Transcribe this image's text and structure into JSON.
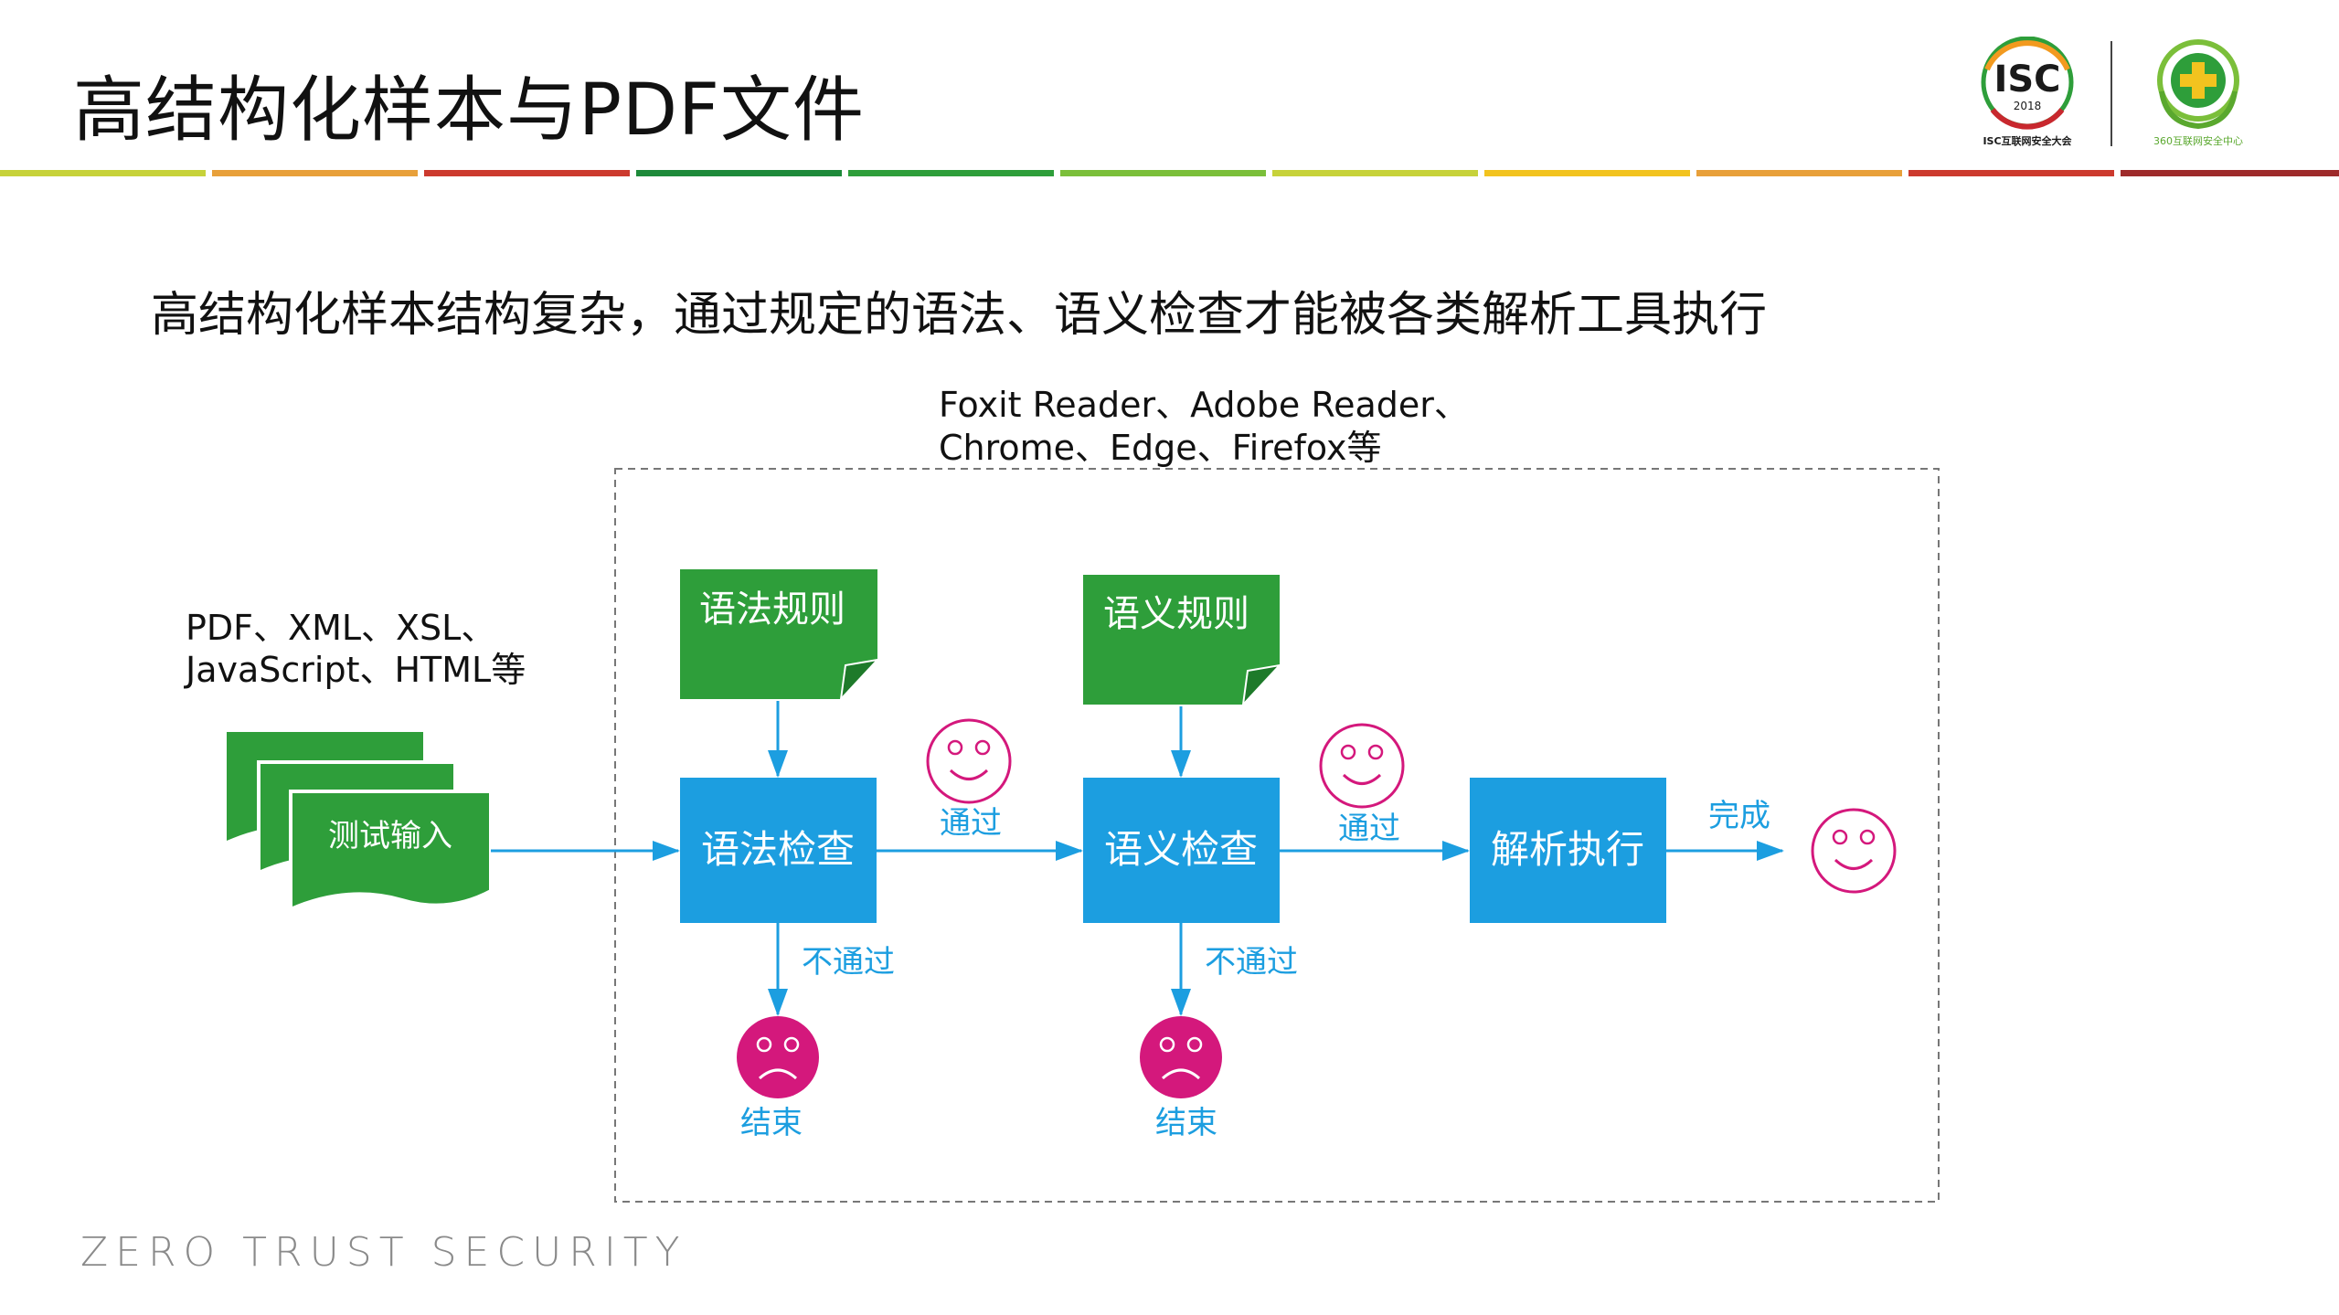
{
  "header": {
    "title": "高结构化样本与PDF文件",
    "logo_isc_text": "ISC",
    "logo_isc_year": "2018",
    "logo_isc_caption": "ISC互联网安全大会",
    "logo_360_caption": "360互联网安全中心"
  },
  "subtitle": "高结构化样本结构复杂，通过规定的语法、语义检查才能被各类解析工具执行",
  "diagram": {
    "input_formats_line1": "PDF、XML、XSL、",
    "input_formats_line2": "JavaScript、HTML等",
    "input_label": "测试输入",
    "readers_line1": "Foxit Reader、Adobe Reader、",
    "readers_line2": "Chrome、Edge、Firefox等",
    "syntax_rule": "语法规则",
    "semantic_rule": "语义规则",
    "syntax_check": "语法检查",
    "semantic_check": "语义检查",
    "parse_execute": "解析执行",
    "pass_label_1": "通过",
    "pass_label_2": "通过",
    "complete_label": "完成",
    "fail_label_1": "不通过",
    "fail_label_2": "不通过",
    "end_label_1": "结束",
    "end_label_2": "结束"
  },
  "footer": "ZERO TRUST SECURITY",
  "colors": {
    "green": "#2e9e3a",
    "blue": "#1c9ee0",
    "magenta": "#d4187c",
    "arrow": "#1c9ee0"
  }
}
